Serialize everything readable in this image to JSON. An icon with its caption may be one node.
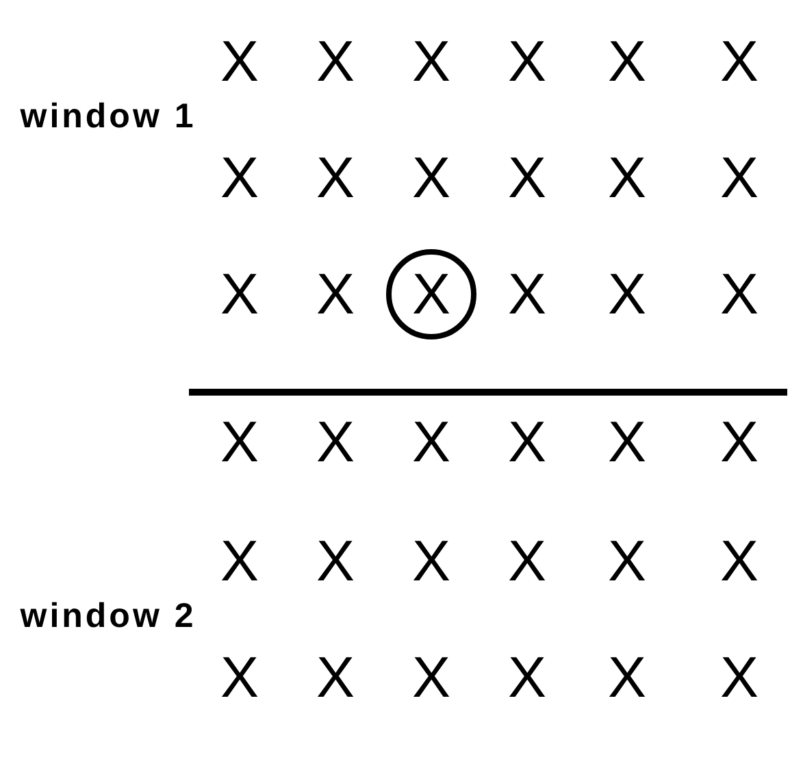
{
  "diagram": {
    "nodes": [
      {
        "text": [
          "X"
        ]
      }
    ],
    "labels": [
      "X",
      "X",
      "X",
      "X",
      "X",
      "X",
      "window 1",
      "X",
      "X",
      "X",
      "X",
      "X",
      "X",
      "X",
      "X",
      "X",
      "X",
      "X",
      "X",
      "X",
      "X",
      "X",
      "X",
      "X",
      "X",
      "X",
      "X",
      "X",
      "X",
      "X",
      "window 2",
      "X",
      "X",
      "X",
      "X",
      "X",
      "X"
    ]
  }
}
